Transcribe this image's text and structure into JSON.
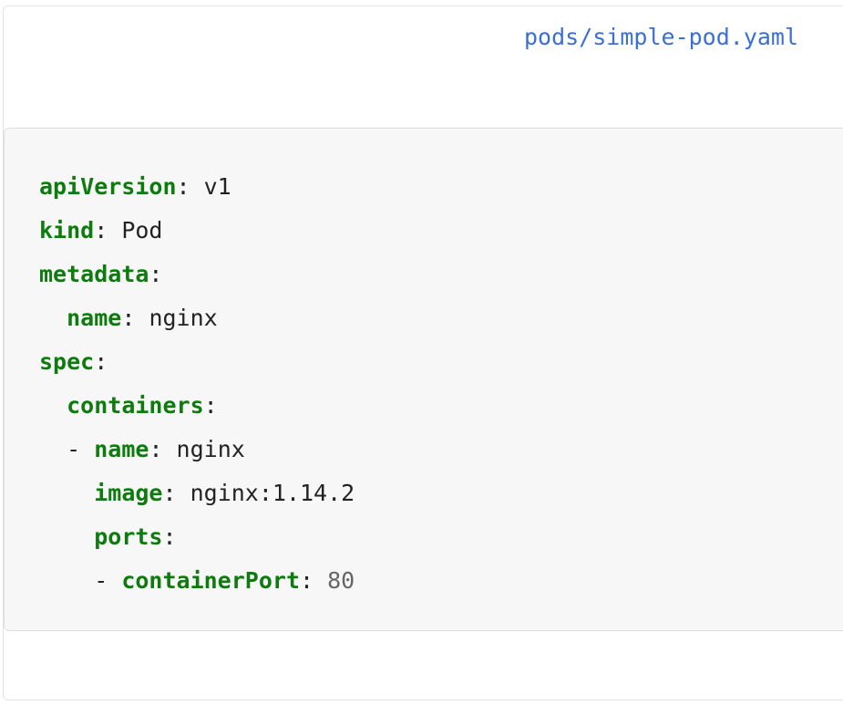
{
  "header": {
    "file_link": "pods/simple-pod.yaml"
  },
  "code": {
    "language": "yaml",
    "colors": {
      "key": "#0f7a0f",
      "text": "#222222",
      "number": "#666666",
      "link": "#3a6fd8",
      "background": "#f7f7f7"
    },
    "lines": [
      {
        "indent": "",
        "dash": "",
        "key": "apiVersion",
        "sep": ": ",
        "value": "v1",
        "value_type": "text"
      },
      {
        "indent": "",
        "dash": "",
        "key": "kind",
        "sep": ": ",
        "value": "Pod",
        "value_type": "text"
      },
      {
        "indent": "",
        "dash": "",
        "key": "metadata",
        "sep": ":",
        "value": "",
        "value_type": "text"
      },
      {
        "indent": "  ",
        "dash": "",
        "key": "name",
        "sep": ": ",
        "value": "nginx",
        "value_type": "text"
      },
      {
        "indent": "",
        "dash": "",
        "key": "spec",
        "sep": ":",
        "value": "",
        "value_type": "text"
      },
      {
        "indent": "  ",
        "dash": "",
        "key": "containers",
        "sep": ":",
        "value": "",
        "value_type": "text"
      },
      {
        "indent": "  ",
        "dash": "- ",
        "key": "name",
        "sep": ": ",
        "value": "nginx",
        "value_type": "text"
      },
      {
        "indent": "    ",
        "dash": "",
        "key": "image",
        "sep": ": ",
        "value": "nginx:1.14.2",
        "value_type": "text"
      },
      {
        "indent": "    ",
        "dash": "",
        "key": "ports",
        "sep": ":",
        "value": "",
        "value_type": "text"
      },
      {
        "indent": "    ",
        "dash": "- ",
        "key": "containerPort",
        "sep": ": ",
        "value": "80",
        "value_type": "number"
      }
    ]
  }
}
